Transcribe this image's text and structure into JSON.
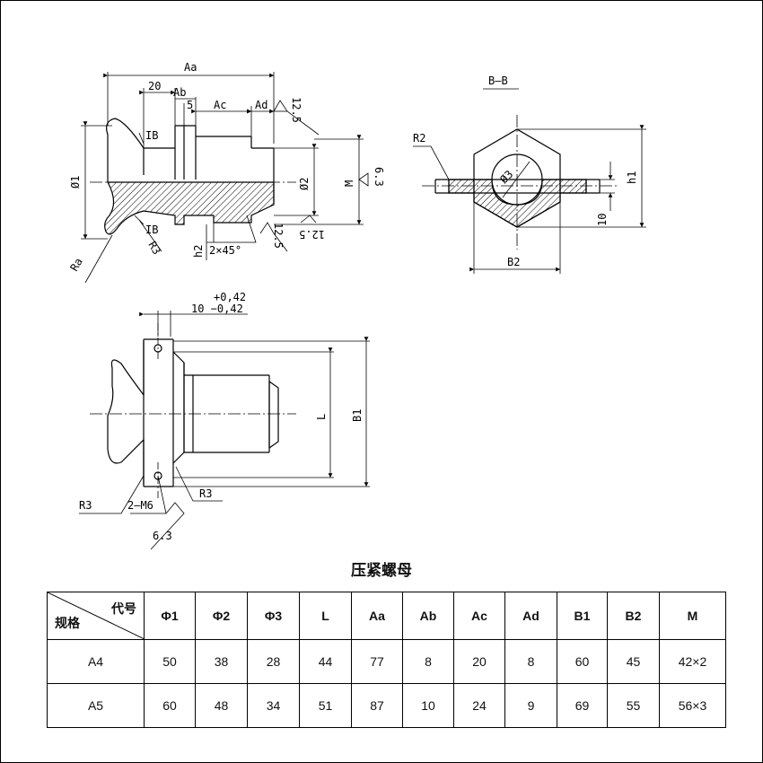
{
  "title": "压紧螺母",
  "drawing": {
    "side_view": {
      "dims": {
        "Aa": "Aa",
        "d20": "20",
        "Ab": "Ab",
        "d5": "5",
        "Ac": "Ac",
        "Ad": "Ad",
        "rough_top": "12.5",
        "rough_right": "6.3",
        "rough_bottom1": "12.5",
        "rough_bottom2": "12.5",
        "phi1": "Ø1",
        "phi2": "Ø2",
        "M": "M",
        "h2": "h2",
        "chamfer": "2×45°",
        "Ra": "Ra",
        "R3": "R3",
        "IB_top": "IB",
        "IB_bottom": "IB"
      }
    },
    "section_view": {
      "label": "B–B",
      "dims": {
        "R2": "R2",
        "phi3": "Ø3",
        "h1": "h1",
        "ten": "10",
        "B2": "B2"
      }
    },
    "top_view": {
      "dims": {
        "tol_plus": "+0,42",
        "tol_line": "10  −0,42",
        "L": "L",
        "B1": "B1",
        "R3_left": "R3",
        "R3_right": "R3",
        "bolts": "2–M6",
        "rough": "6.3"
      }
    }
  },
  "table": {
    "corner_top": "代号",
    "corner_bottom": "规格",
    "columns": [
      "Φ1",
      "Φ2",
      "Φ3",
      "L",
      "Aa",
      "Ab",
      "Ac",
      "Ad",
      "B1",
      "B2",
      "M"
    ],
    "rows": [
      {
        "spec": "A4",
        "values": [
          "50",
          "38",
          "28",
          "44",
          "77",
          "8",
          "20",
          "8",
          "60",
          "45",
          "42×2"
        ]
      },
      {
        "spec": "A5",
        "values": [
          "60",
          "48",
          "34",
          "51",
          "87",
          "10",
          "24",
          "9",
          "69",
          "55",
          "56×3"
        ]
      }
    ]
  }
}
